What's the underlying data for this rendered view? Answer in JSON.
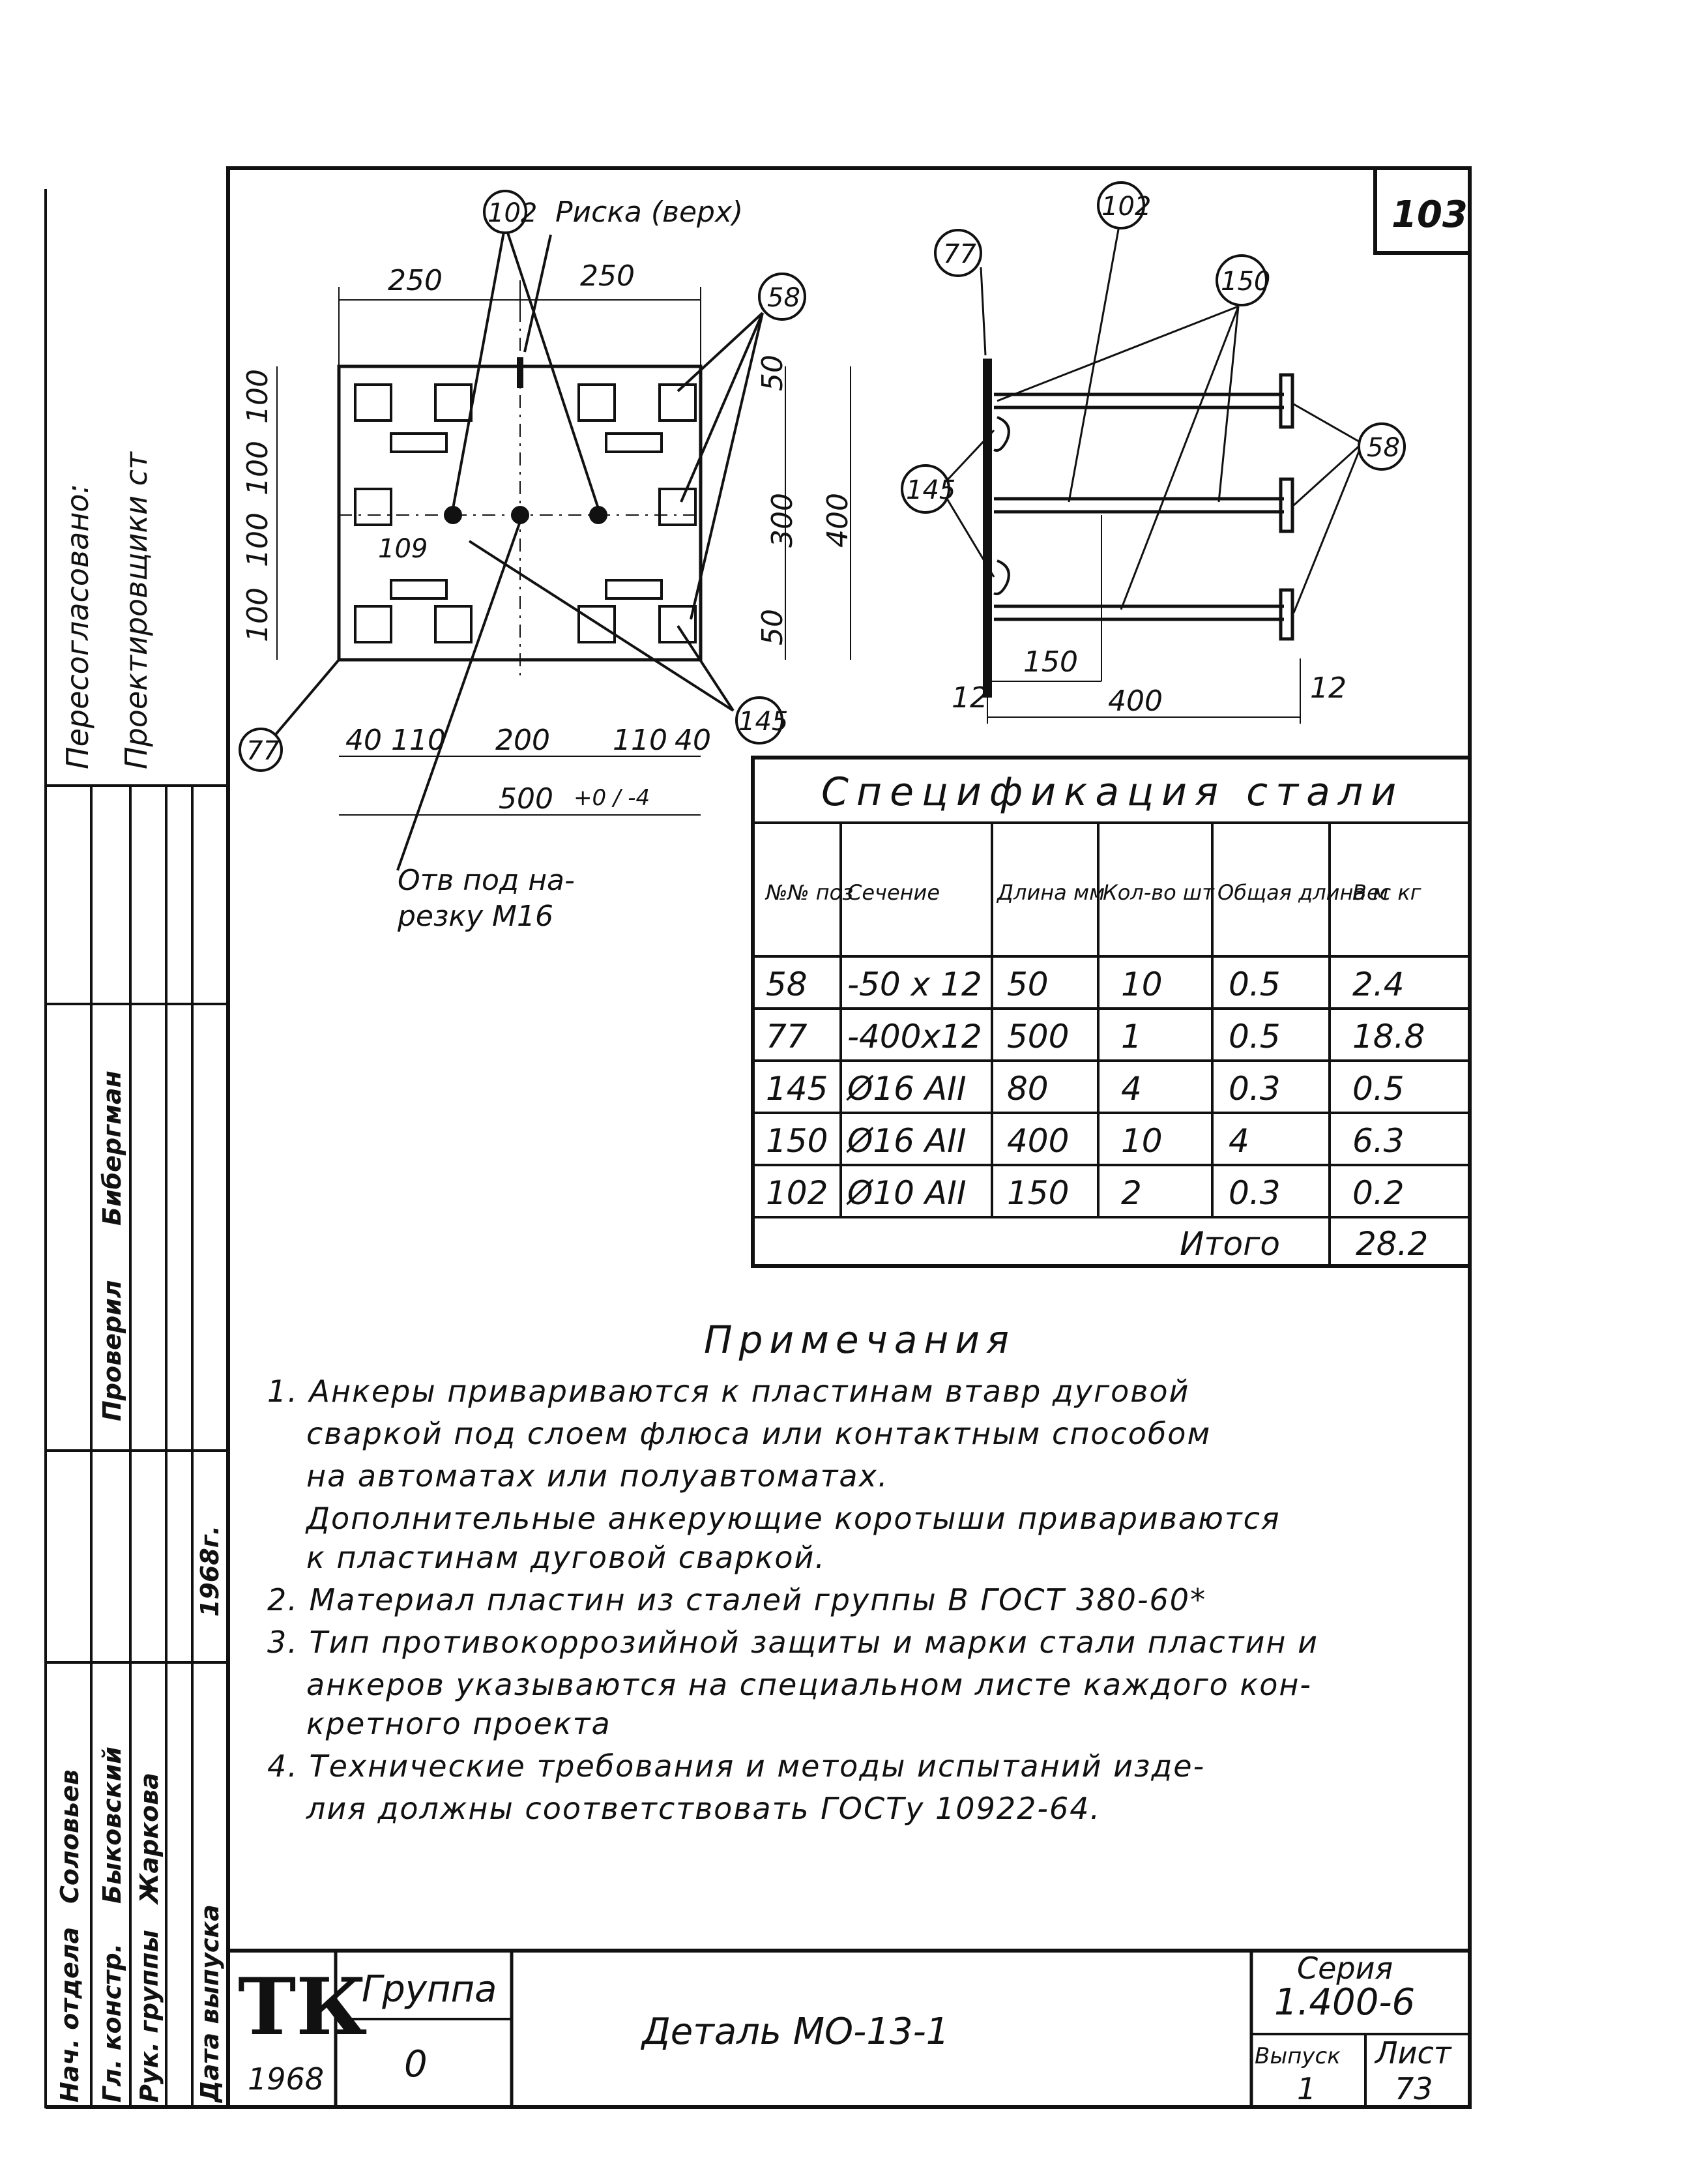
{
  "sheet_number": "103",
  "plan_view": {
    "marks": [
      "102",
      "58",
      "77",
      "145"
    ],
    "risk_label": "Риска (верх)",
    "hole_label_line1": "Отв под на-",
    "hole_label_line2": "резку М16",
    "plate_mark": "109",
    "dims_top": [
      "250",
      "250"
    ],
    "dims_left": [
      "100",
      "100",
      "100",
      "100"
    ],
    "dims_right_inner": [
      "50",
      "300",
      "50"
    ],
    "dim_right_outer": "400",
    "dims_bottom": [
      "40",
      "110",
      "200",
      "110",
      "40"
    ],
    "dim_total": "500",
    "dim_total_tol": "+0 / -4"
  },
  "side_view": {
    "marks": [
      "77",
      "102",
      "150",
      "58",
      "145"
    ],
    "dim_bar": "150",
    "dim_len": "400",
    "dim_left_end": "12",
    "dim_right_end": "12"
  },
  "specification": {
    "title": "Спецификация стали",
    "headers": [
      "№№ поз",
      "Сечение",
      "Длина мм",
      "Кол-во шт",
      "Общая длина м",
      "Вес кг"
    ],
    "rows": [
      [
        "58",
        "-50 x 12",
        "50",
        "10",
        "0.5",
        "2.4"
      ],
      [
        "77",
        "-400x12",
        "500",
        "1",
        "0.5",
        "18.8"
      ],
      [
        "145",
        "Ø16 АII",
        "80",
        "4",
        "0.3",
        "0.5"
      ],
      [
        "150",
        "Ø16 АII",
        "400",
        "10",
        "4",
        "6.3"
      ],
      [
        "102",
        "Ø10 АII",
        "150",
        "2",
        "0.3",
        "0.2"
      ]
    ],
    "total_label": "Итого",
    "total_value": "28.2"
  },
  "notes": {
    "title": "Примечания",
    "lines": [
      "1. Анкеры привариваются к пластинам втавр дуговой",
      "сваркой под слоем флюса или контактным способом",
      "на автоматах или полуавтоматах.",
      "Дополнительные анкерующие коротыши привариваются",
      "к пластинам дуговой сваркой.",
      "2. Материал пластин из сталей группы В ГОСТ 380-60*",
      "3. Тип противокоррозийной защиты и марки стали пластин и",
      "анкеров указываются на специальном листе каждого кон-",
      "кретного проекта",
      "4. Технические требования и методы испытаний изде-",
      "лия должны соответствовать ГОСТу 10922-64."
    ]
  },
  "title_block": {
    "logo": "ТК",
    "year": "1968",
    "group_label": "Группа",
    "group_value": "0",
    "title": "Деталь МО-13-1",
    "series_label": "Серия",
    "series_value": "1.400-6",
    "issue_label": "Выпуск",
    "issue_value": "1",
    "sheet_label": "Лист",
    "sheet_value": "73"
  },
  "side_stamp": {
    "top_line1": "Пересогласовано:",
    "top_line2": "Проектировщики ст",
    "roles": [
      "Нач. отдела",
      "Гл. констр.",
      "Рук. группы",
      "Дата выпуска"
    ],
    "names": [
      "Соловьев",
      "Быковский",
      "Жаркова"
    ],
    "release_date": "1968г.",
    "extra_roles": [
      "Проверил",
      "Бибергман"
    ]
  }
}
